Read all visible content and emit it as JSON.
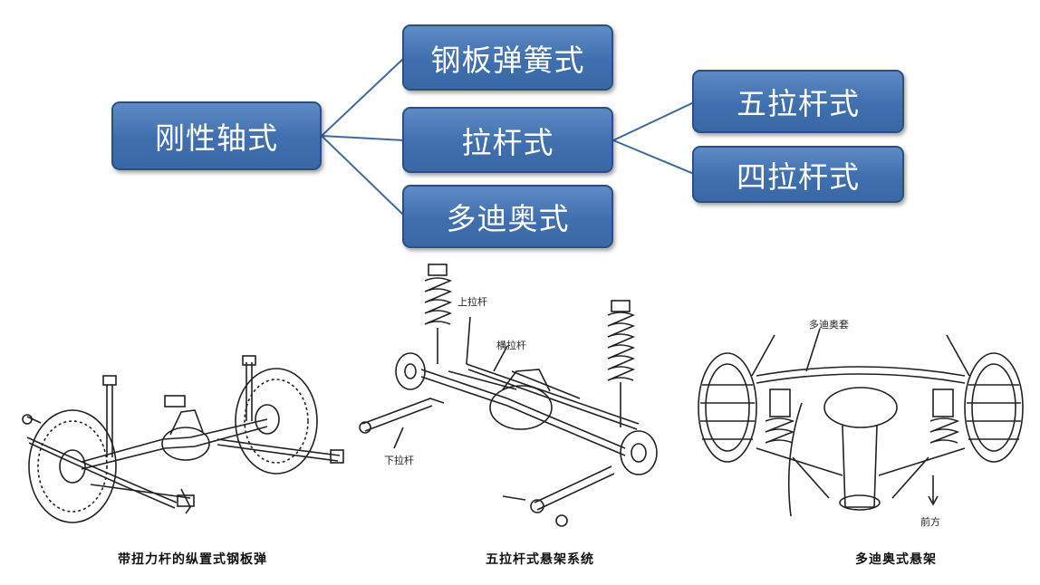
{
  "tree": {
    "root": "刚性轴式",
    "level1": [
      "钢板弹簧式",
      "拉杆式",
      "多迪奥式"
    ],
    "level2": [
      "五拉杆式",
      "四拉杆式"
    ]
  },
  "figures": [
    {
      "caption": "带扭力杆的纵置式钢板弹",
      "callouts": []
    },
    {
      "caption": "五拉杆式悬架系统",
      "callouts": [
        "上拉杆",
        "横拉杆",
        "下拉杆"
      ]
    },
    {
      "caption": "多迪奥式悬架",
      "callouts": [
        "多迪奥套",
        "前方"
      ]
    }
  ],
  "colors": {
    "box_fill": "#4a78b5",
    "box_border": "#2b4f82",
    "connector": "#3f6aa0"
  }
}
